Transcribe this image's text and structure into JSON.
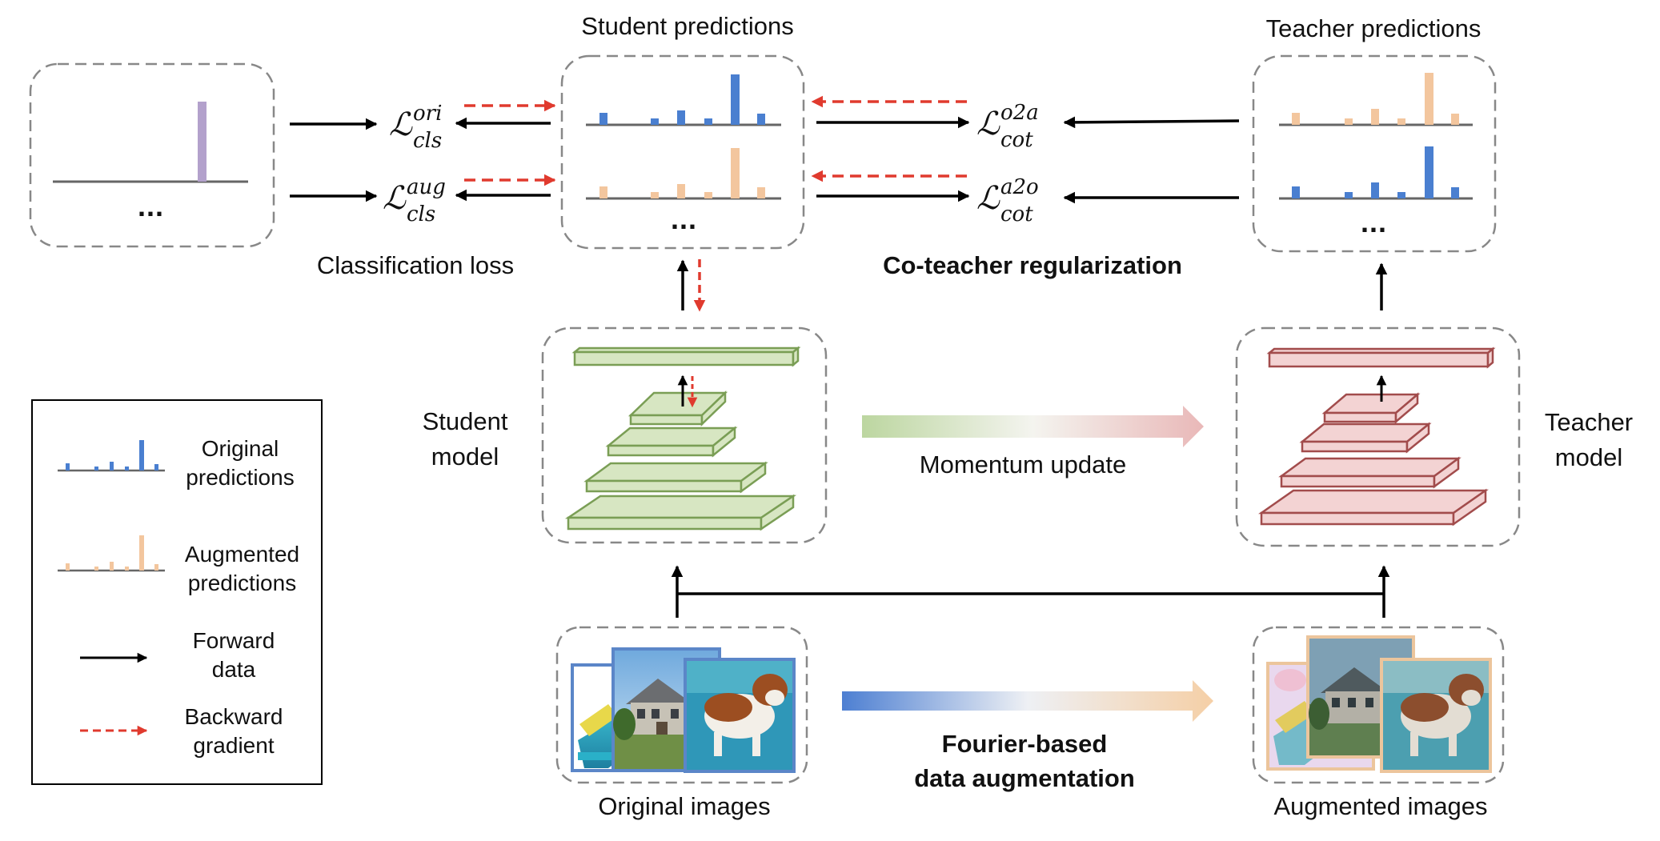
{
  "labels": {
    "student_predictions": "Student predictions",
    "teacher_predictions": "Teacher predictions",
    "classification_loss": "Classification loss",
    "co_teacher_regularization": "Co-teacher regularization",
    "student_model": "Student model",
    "teacher_model": "Teacher model",
    "momentum_update": "Momentum update",
    "fourier_augmentation_line1": "Fourier-based",
    "fourier_augmentation_line2": "data augmentation",
    "original_images": "Original images",
    "augmented_images": "Augmented images",
    "ellipsis": "..."
  },
  "losses": {
    "cls_ori": {
      "symbol": "ℒ",
      "sup": "ori",
      "sub": "cls"
    },
    "cls_aug": {
      "symbol": "ℒ",
      "sup": "aug",
      "sub": "cls"
    },
    "cot_o2a": {
      "symbol": "ℒ",
      "sup": "o2a",
      "sub": "cot"
    },
    "cot_a2o": {
      "symbol": "ℒ",
      "sup": "a2o",
      "sub": "cot"
    }
  },
  "legend": {
    "original_predictions": "Original predictions",
    "augmented_predictions": "Augmented predictions",
    "forward_data": "Forward data",
    "backward_gradient": "Backward gradient"
  },
  "colors": {
    "original_bar": "#4a7fd0",
    "augmented_bar": "#f3c69e",
    "label_bar": "#b3a1cc",
    "forward_arrow": "#000000",
    "backward_arrow": "#e03a2e",
    "student_fill": "#d7e6c2",
    "student_stroke": "#7a9e55",
    "teacher_fill": "#f3d3d3",
    "teacher_stroke": "#a24c4c",
    "original_frame": "#5b86c8",
    "augmented_frame": "#ecc59c"
  },
  "icons": {
    "forward": "arrow-right-icon",
    "backward": "dashed-arrow-right-icon",
    "model": "feature-pyramid-icon"
  }
}
